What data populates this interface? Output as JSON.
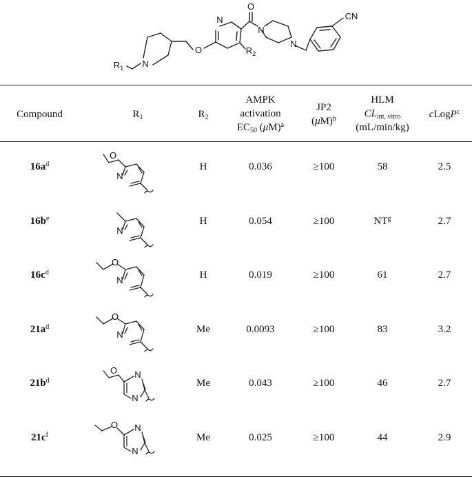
{
  "core_labels": {
    "n_pyridine": "N",
    "o_carbonyl": "O",
    "n_pip1": "N",
    "n_pip2": "N",
    "cn": "CN",
    "o_ether": "O",
    "n_piperidine": "N",
    "r1": "R",
    "r1_sub": "1",
    "r2": "R",
    "r2_sub": "2"
  },
  "headers": {
    "compound": "Compound",
    "r1": {
      "main": "R",
      "sub": "1"
    },
    "r2": {
      "main": "R",
      "sub": "2"
    },
    "ampk": {
      "line1": "AMPK",
      "line2": "activation",
      "ec": "EC",
      "ec_sub": "50",
      "unit_pre": " (",
      "mu": "μ",
      "unit_post": "M)",
      "sup": "a"
    },
    "jp2": {
      "line1": "JP2",
      "unit_pre": "(",
      "mu": "μ",
      "unit_post": "M)",
      "sup": "b"
    },
    "hlm": {
      "line1": "HLM",
      "cl": "CL",
      "cl_sub": "int, vitro",
      "line3": "(mL/min/kg)"
    },
    "clogp": {
      "c": "c",
      "mid": "Log",
      "p": "P",
      "sup": "c"
    }
  },
  "rows": [
    {
      "compound": "16a",
      "sup": "d",
      "substituent": "methoxy-pyridyl",
      "r2": "H",
      "ampk": "0.036",
      "jp2": "≥100",
      "hlm": "58",
      "hlm_sup": "",
      "clogp": "2.5"
    },
    {
      "compound": "16b",
      "sup": "e",
      "substituent": "methyl-pyridyl",
      "r2": "H",
      "ampk": "0.054",
      "jp2": "≥100",
      "hlm": "NT",
      "hlm_sup": "g",
      "clogp": "2.7"
    },
    {
      "compound": "16c",
      "sup": "d",
      "substituent": "ethoxy-pyridyl",
      "r2": "H",
      "ampk": "0.019",
      "jp2": "≥100",
      "hlm": "61",
      "hlm_sup": "",
      "clogp": "2.7"
    },
    {
      "compound": "21a",
      "sup": "d",
      "substituent": "ethoxy-pyridyl",
      "r2": "Me",
      "ampk": "0.0093",
      "jp2": "≥100",
      "hlm": "83",
      "hlm_sup": "",
      "clogp": "3.2"
    },
    {
      "compound": "21b",
      "sup": "d",
      "substituent": "methoxy-pyrazinyl",
      "r2": "Me",
      "ampk": "0.043",
      "jp2": "≥100",
      "hlm": "46",
      "hlm_sup": "",
      "clogp": "2.7"
    },
    {
      "compound": "21c",
      "sup": "f",
      "substituent": "ethoxy-pyrazinyl",
      "r2": "Me",
      "ampk": "0.025",
      "jp2": "≥100",
      "hlm": "44",
      "hlm_sup": "",
      "clogp": "2.9"
    }
  ],
  "struct_labels": {
    "o": "O",
    "n": "N"
  }
}
